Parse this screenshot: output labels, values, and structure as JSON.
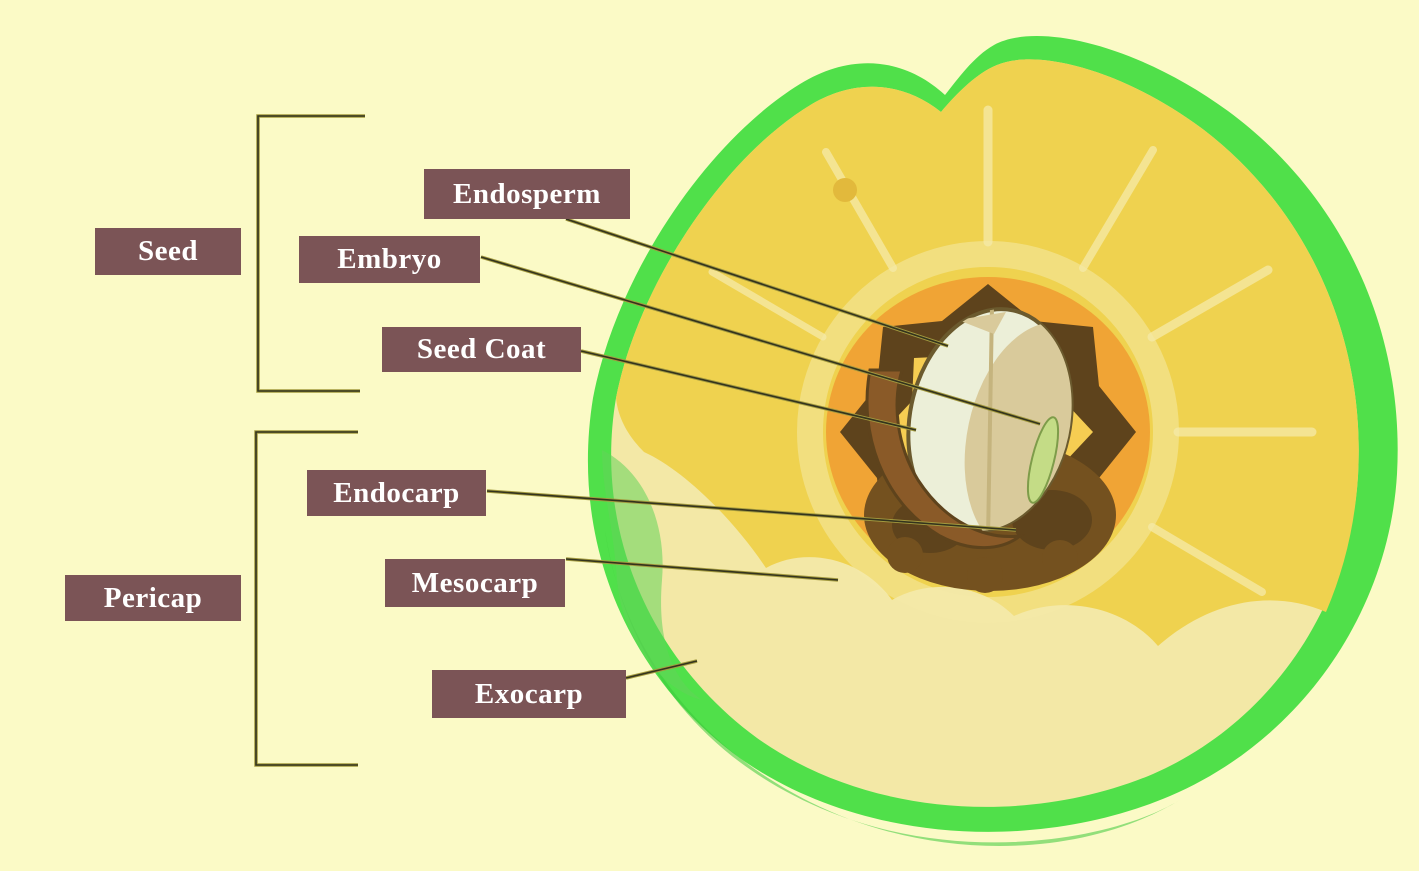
{
  "labels": {
    "seed": "Seed",
    "pericap": "Pericap",
    "endosperm": "Endosperm",
    "embryo": "Embryo",
    "seed_coat": "Seed Coat",
    "endocarp": "Endocarp",
    "mesocarp": "Mesocarp",
    "exocarp": "Exocarp"
  },
  "colors": {
    "bg": "#FBFAC6",
    "label_bg": "#7B5456",
    "label_text": "#FFFFFF",
    "exocarp_green": "#50E04A",
    "exocarp_green_dark": "#3CC93C",
    "flesh_gold": "#EFD24F",
    "flesh_pale": "#F3E8A6",
    "pit_orange": "#F0A435",
    "pit_brown_dark": "#5E431C",
    "pit_yellow": "#F6CD52",
    "pit_brown": "#74511F",
    "seed_fill": "#ECEFD8",
    "seed_tan": "#D9CA9B",
    "embryo_green": "#C4DC86",
    "line_dark": "#33331D",
    "line_gold": "#A39A3F"
  }
}
